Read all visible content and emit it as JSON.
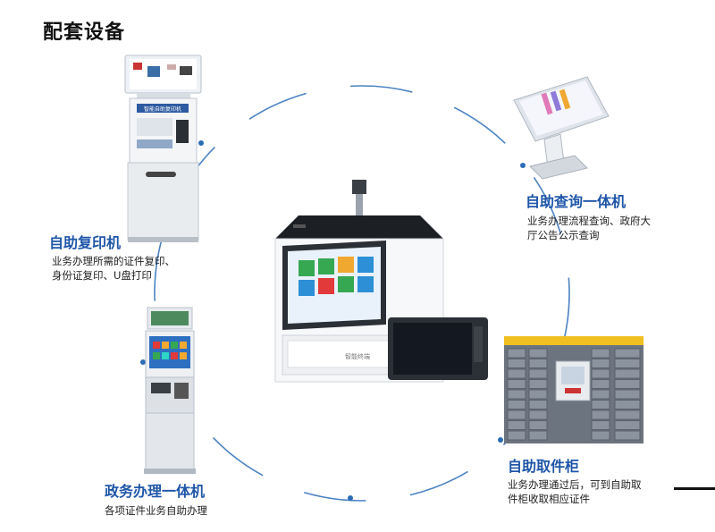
{
  "page": {
    "title": "配套设备"
  },
  "devices": [
    {
      "key": "copier",
      "title": "自助复印机",
      "desc_lines": [
        "业务办理所需的证件复印、",
        "身份证复印、U盘打印"
      ],
      "screen_label": "智能自助复印机"
    },
    {
      "key": "query",
      "title": "自助查询一体机",
      "desc_lines": [
        "业务办理流程查询、政府大",
        "厅公告公示查询"
      ]
    },
    {
      "key": "gov",
      "title": "政务办理一体机",
      "desc_lines": [
        "各项证件业务自助办理"
      ]
    },
    {
      "key": "locker",
      "title": "自助取件柜",
      "desc_lines": [
        "业务办理通过后，可到自助取",
        "件柜收取相应证件"
      ]
    }
  ],
  "center_device": {
    "brand_text": "智能终端"
  },
  "colors": {
    "accent": "#1f56a8",
    "ring": "#2b6cb7",
    "locker_trim": "#f0c020"
  }
}
